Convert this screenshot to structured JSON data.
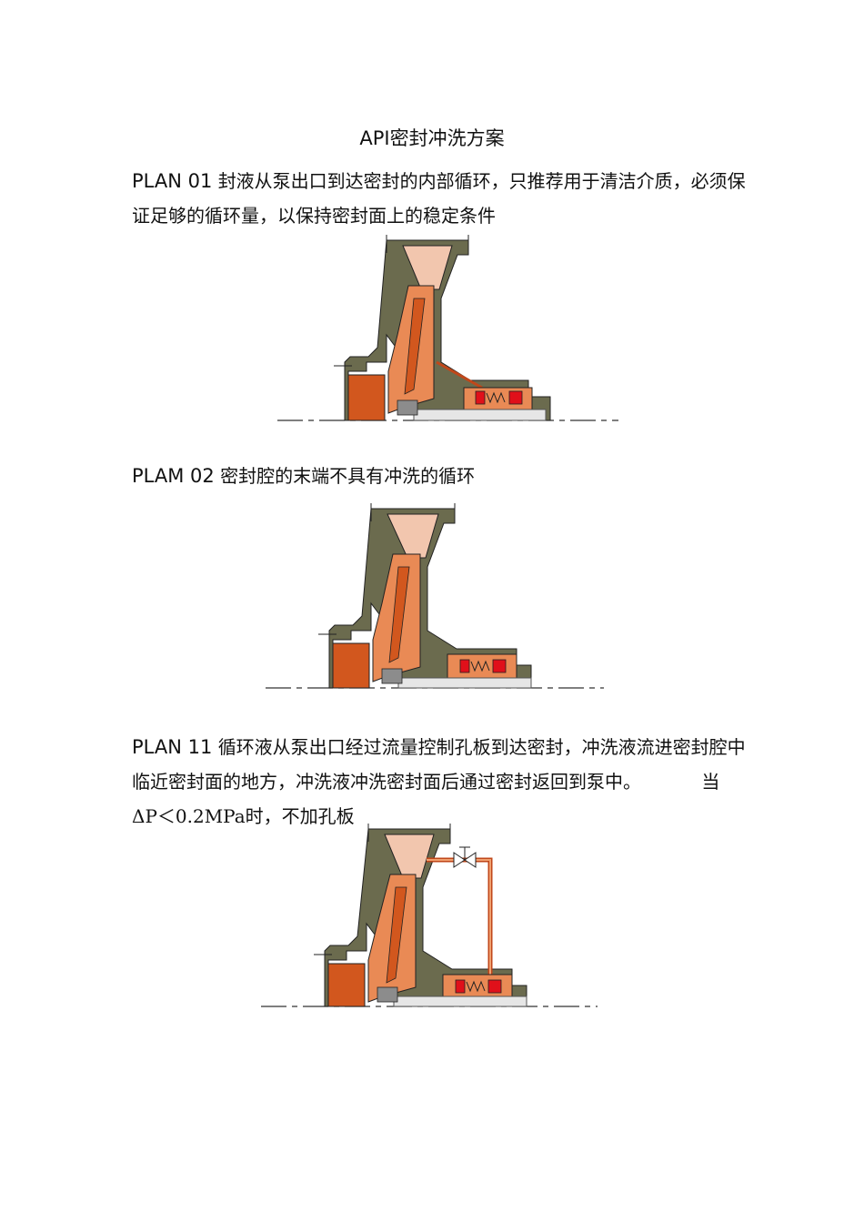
{
  "title": "API密封冲洗方案",
  "plans": [
    {
      "code": "PLAN 01",
      "text": "封液从泵出口到达密封的内部循环，只推荐用于清洁介质，必须保证足够的循环量，以保持密封面上的稳定条件"
    },
    {
      "code": "PLAM 02",
      "text": "密封腔的末端不具有冲洗的循环"
    },
    {
      "code": "PLAN 11",
      "text": "循环液从泵出口经过流量控制孔板到达密封，冲洗液流进密封腔中临近密封面的地方，冲洗液冲洗密封面后通过密封返回到泵中。",
      "note": "当 ΔP＜0.2MPa时，不加孔板"
    }
  ],
  "colors": {
    "housing": "#6b6b4e",
    "casing": "#d2571e",
    "impeller": "#e98a55",
    "throat": "#f2c6ae",
    "seal_red": "#e0101a",
    "shaft": "#e6e6e6"
  }
}
